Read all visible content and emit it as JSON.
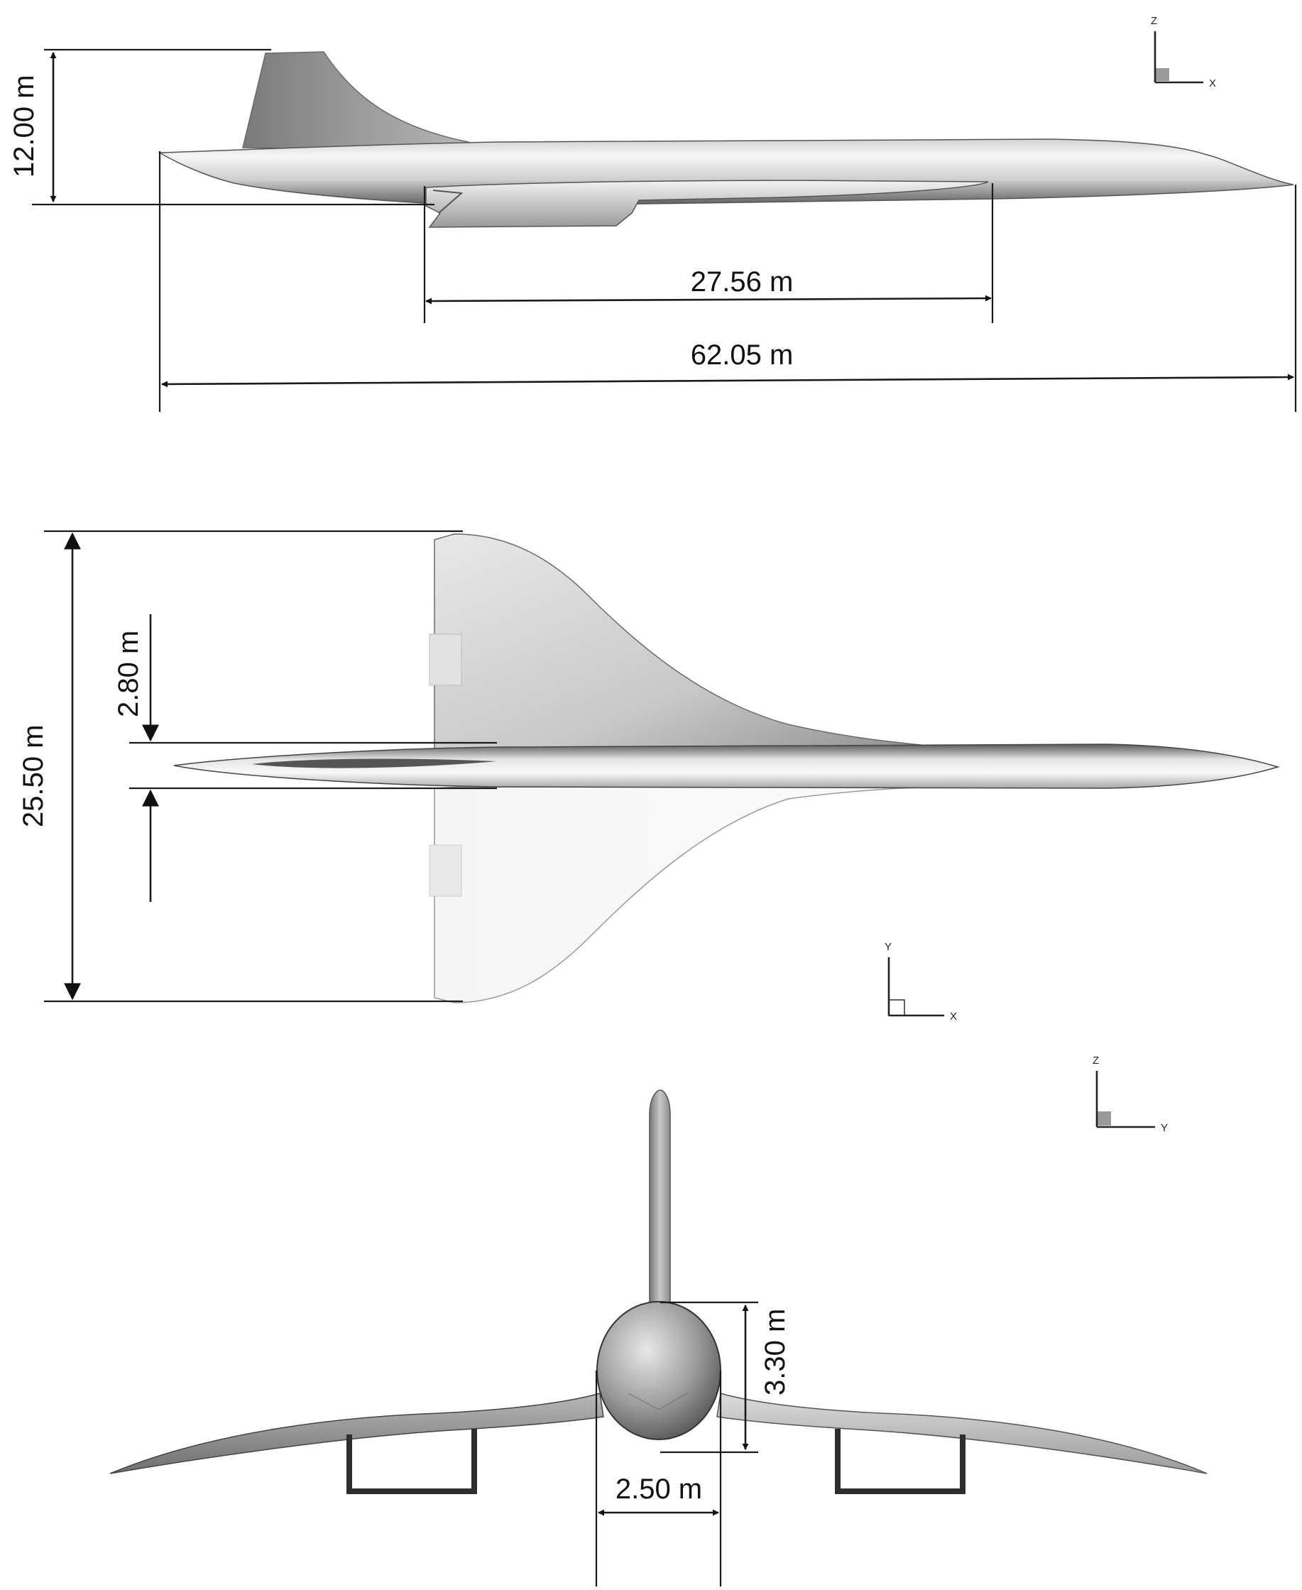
{
  "side_view": {
    "height_label": "12.00 m",
    "wing_root_label": "27.56 m",
    "length_label": "62.05 m",
    "axes": {
      "vertical": "Z",
      "horizontal": "X"
    }
  },
  "top_view": {
    "span_label": "25.50 m",
    "fuselage_width_label": "2.80 m",
    "axes": {
      "vertical": "Y",
      "horizontal": "X"
    }
  },
  "front_view": {
    "fuselage_height_label": "3.30 m",
    "fuselage_width_label": "2.50 m",
    "axes": {
      "vertical": "Z",
      "horizontal": "Y"
    }
  }
}
